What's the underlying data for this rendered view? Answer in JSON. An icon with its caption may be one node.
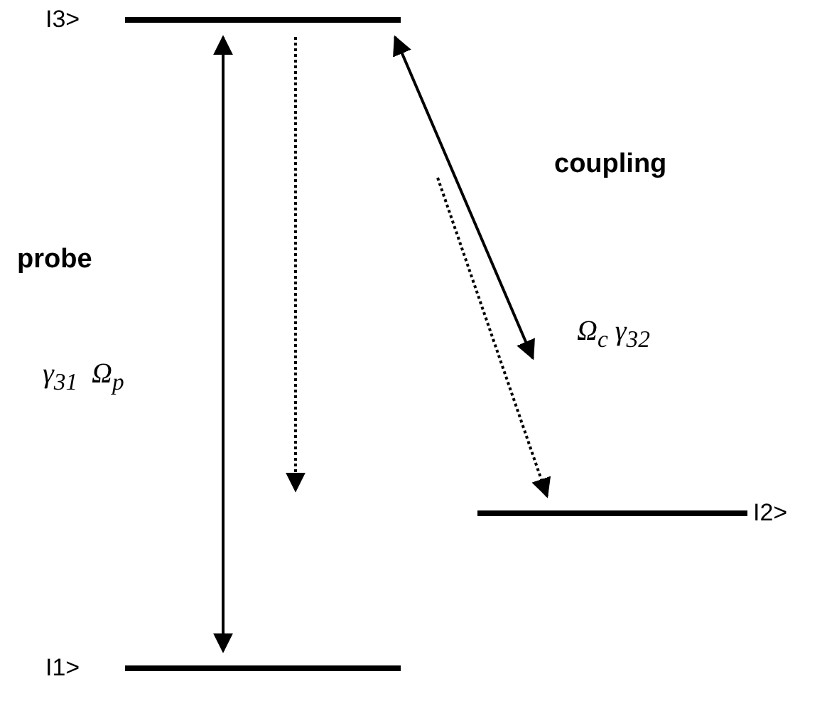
{
  "diagram": {
    "nodes": [
      {
        "text": [
          "I3>"
        ]
      },
      {
        "text": [
          "I2>"
        ]
      },
      {
        "text": [
          "I1>"
        ]
      }
    ],
    "edges": [
      {
        "from": 2,
        "to": 0,
        "arrow": "both"
      },
      {
        "from": 0,
        "to": null,
        "arrow": "to",
        "style": "dashed"
      },
      {
        "from": 0,
        "to": null,
        "arrow": "both"
      },
      {
        "from": null,
        "to": 1,
        "arrow": "to",
        "style": "dashed"
      }
    ],
    "labels": [
      "coupling",
      "probe",
      "γ$_{31}$  Ω$_{p}$",
      "Ω$_{c}$ γ$_{32}$"
    ]
  }
}
